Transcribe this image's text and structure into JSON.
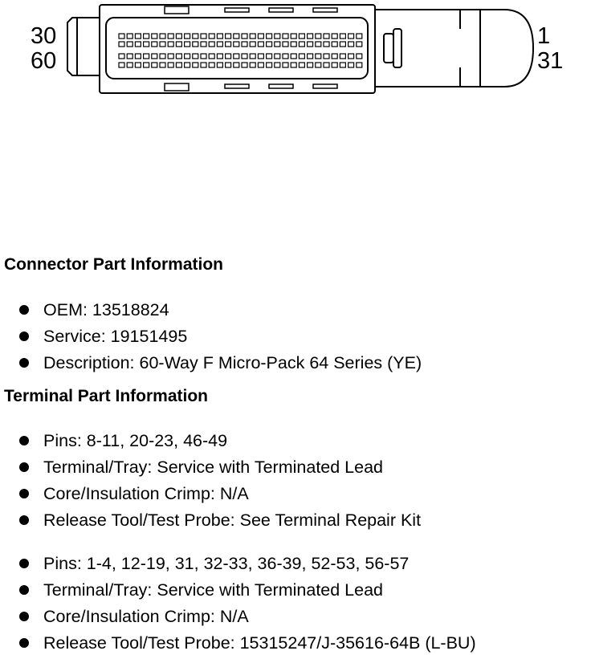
{
  "diagram": {
    "pin_labels": {
      "top_left": "30",
      "bottom_left": "60",
      "top_right": "1",
      "bottom_right": "31"
    }
  },
  "connector_info": {
    "heading": "Connector Part Information",
    "items": [
      "OEM: 13518824",
      "Service: 19151495",
      "Description: 60-Way F Micro-Pack 64 Series (YE)"
    ]
  },
  "terminal_info": {
    "heading": "Terminal Part Information",
    "groups": [
      {
        "items": [
          "Pins: 8-11, 20-23, 46-49",
          "Terminal/Tray: Service with Terminated Lead",
          "Core/Insulation Crimp: N/A",
          "Release Tool/Test Probe: See Terminal Repair Kit"
        ]
      },
      {
        "items": [
          "Pins: 1-4, 12-19, 31, 32-33, 36-39, 52-53, 56-57",
          "Terminal/Tray: Service with Terminated Lead",
          "Core/Insulation Crimp: N/A",
          "Release Tool/Test Probe: 15315247/J-35616-64B (L-BU)"
        ]
      }
    ]
  }
}
